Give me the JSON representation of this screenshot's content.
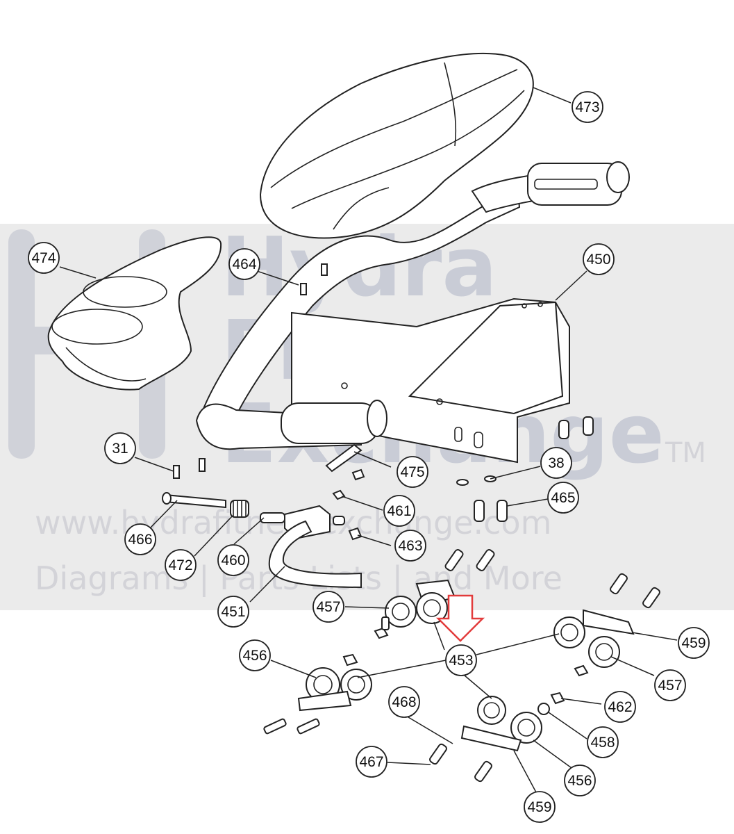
{
  "watermark": {
    "brand_line1": "Hydra",
    "brand_line2": "Fitness",
    "brand_line3": "Exchange",
    "trademark": "TM",
    "url": "www.hydrafitnessexchange.com",
    "tagline": "Diagrams | Parts Lists | and More"
  },
  "callouts": [
    {
      "id": "473",
      "label": "473"
    },
    {
      "id": "474",
      "label": "474"
    },
    {
      "id": "464",
      "label": "464"
    },
    {
      "id": "450",
      "label": "450"
    },
    {
      "id": "31",
      "label": "31"
    },
    {
      "id": "475",
      "label": "475"
    },
    {
      "id": "38",
      "label": "38"
    },
    {
      "id": "465",
      "label": "465"
    },
    {
      "id": "461",
      "label": "461"
    },
    {
      "id": "466",
      "label": "466"
    },
    {
      "id": "472",
      "label": "472"
    },
    {
      "id": "460",
      "label": "460"
    },
    {
      "id": "463",
      "label": "463"
    },
    {
      "id": "451",
      "label": "451"
    },
    {
      "id": "457a",
      "label": "457"
    },
    {
      "id": "453",
      "label": "453"
    },
    {
      "id": "459a",
      "label": "459"
    },
    {
      "id": "456a",
      "label": "456"
    },
    {
      "id": "457b",
      "label": "457"
    },
    {
      "id": "468",
      "label": "468"
    },
    {
      "id": "462",
      "label": "462"
    },
    {
      "id": "458",
      "label": "458"
    },
    {
      "id": "467",
      "label": "467"
    },
    {
      "id": "456b",
      "label": "456"
    },
    {
      "id": "459b",
      "label": "459"
    }
  ],
  "highlight": {
    "target": "453",
    "color": "#e23b3b"
  }
}
